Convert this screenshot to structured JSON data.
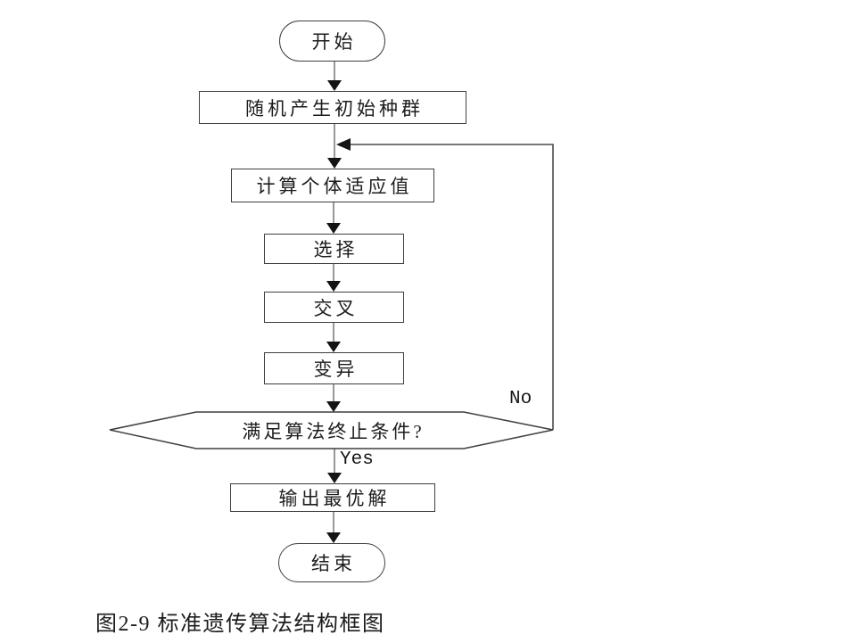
{
  "figure": {
    "caption": "图2-9 标准遗传算法结构框图"
  },
  "flowchart": {
    "nodes": {
      "start": "开始",
      "init_population": "随机产生初始种群",
      "fitness": "计算个体适应值",
      "selection": "选择",
      "crossover": "交叉",
      "mutation": "变异",
      "decision": "满足算法终止条件?",
      "output": "输出最优解",
      "end": "结束"
    },
    "branch_labels": {
      "yes": "Yes",
      "no": "No"
    }
  }
}
